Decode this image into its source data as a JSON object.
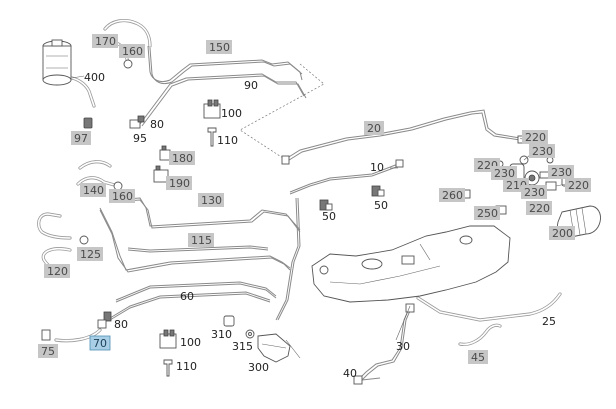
{
  "diagram": {
    "labels": [
      {
        "text": "170",
        "tag": true
      },
      {
        "text": "160",
        "tag": true
      },
      {
        "text": "150",
        "tag": true
      },
      {
        "text": "400",
        "tag": false
      },
      {
        "text": "90",
        "tag": false
      },
      {
        "text": "97",
        "tag": true
      },
      {
        "text": "80",
        "tag": false
      },
      {
        "text": "95",
        "tag": false
      },
      {
        "text": "100",
        "tag": false
      },
      {
        "text": "110",
        "tag": false
      },
      {
        "text": "20",
        "tag": true
      },
      {
        "text": "220",
        "tag": true
      },
      {
        "text": "230",
        "tag": true
      },
      {
        "text": "180",
        "tag": true
      },
      {
        "text": "190",
        "tag": true
      },
      {
        "text": "10",
        "tag": false
      },
      {
        "text": "220",
        "tag": true
      },
      {
        "text": "230",
        "tag": true
      },
      {
        "text": "230",
        "tag": true
      },
      {
        "text": "210",
        "tag": true
      },
      {
        "text": "220",
        "tag": true
      },
      {
        "text": "140",
        "tag": true
      },
      {
        "text": "160",
        "tag": true
      },
      {
        "text": "130",
        "tag": true
      },
      {
        "text": "50",
        "tag": false
      },
      {
        "text": "50",
        "tag": false
      },
      {
        "text": "260",
        "tag": true
      },
      {
        "text": "230",
        "tag": true
      },
      {
        "text": "220",
        "tag": true
      },
      {
        "text": "250",
        "tag": true
      },
      {
        "text": "200",
        "tag": true
      },
      {
        "text": "115",
        "tag": true
      },
      {
        "text": "125",
        "tag": true
      },
      {
        "text": "120",
        "tag": true
      },
      {
        "text": "60",
        "tag": false
      },
      {
        "text": "80",
        "tag": false
      },
      {
        "text": "25",
        "tag": false
      },
      {
        "text": "75",
        "tag": true
      },
      {
        "text": "70",
        "tag": true,
        "selected": true
      },
      {
        "text": "310",
        "tag": false
      },
      {
        "text": "100",
        "tag": false
      },
      {
        "text": "315",
        "tag": false
      },
      {
        "text": "30",
        "tag": false
      },
      {
        "text": "45",
        "tag": true
      },
      {
        "text": "300",
        "tag": false
      },
      {
        "text": "110",
        "tag": false
      },
      {
        "text": "40",
        "tag": false
      }
    ]
  }
}
